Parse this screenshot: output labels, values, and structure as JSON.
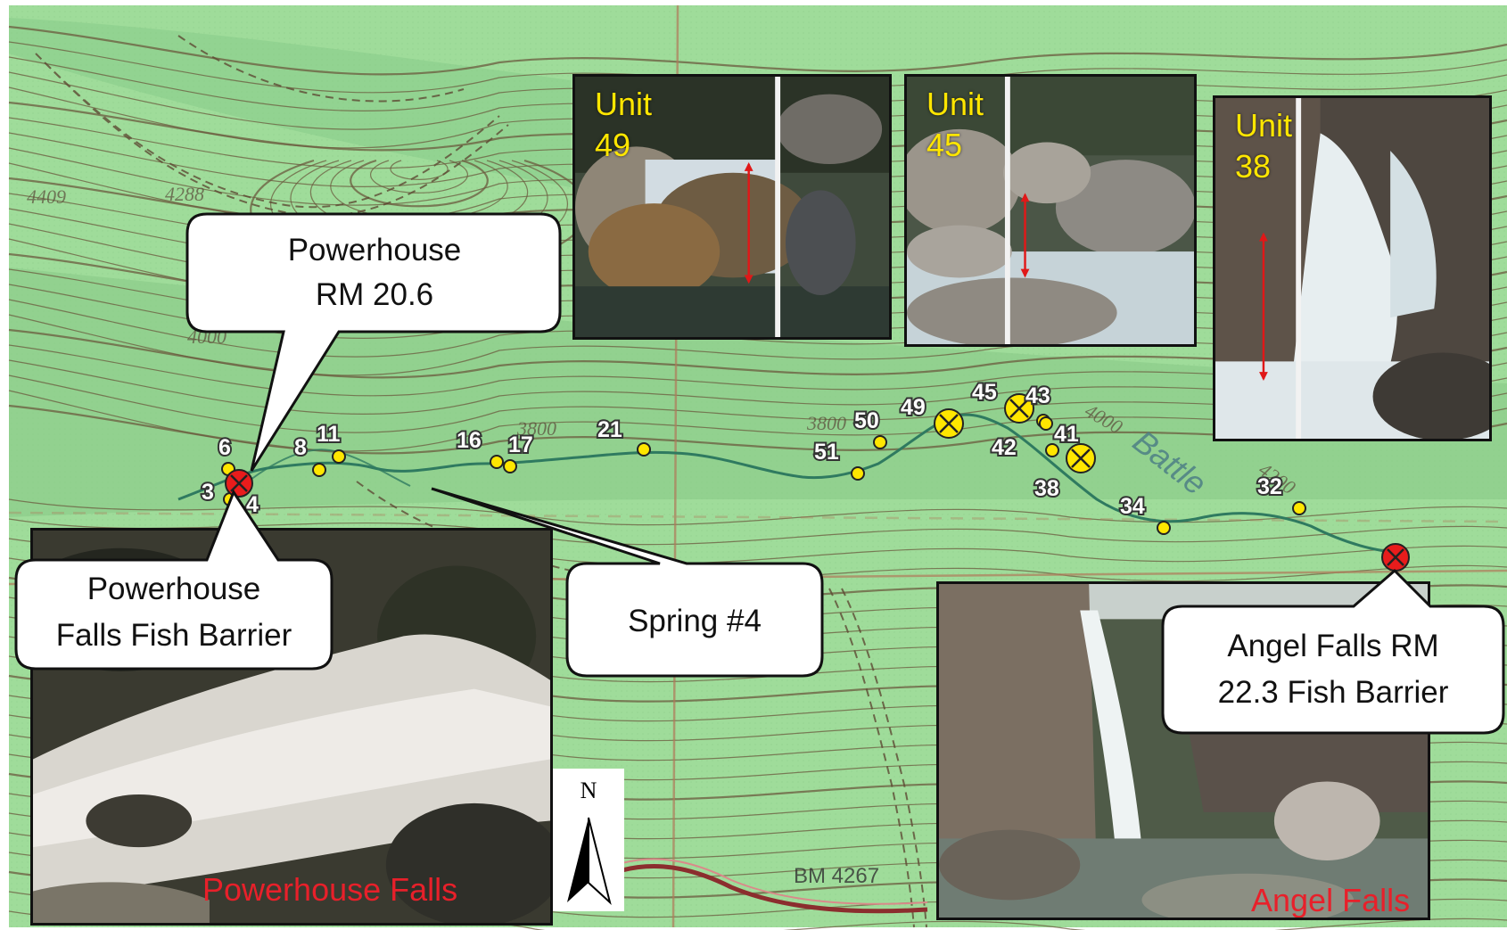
{
  "map": {
    "colors": {
      "land": "#9fdc9a",
      "contour": "#6b5a3e",
      "stream": "#2f7a60",
      "road": "#8b2e2e",
      "grid": "#b0795a",
      "site_dot": "#ffe600",
      "barrier": "#e81c1c"
    },
    "topo_labels": [
      "4409",
      "4288",
      "4000",
      "3800",
      "3800",
      "4000",
      "4200",
      "BM 4267"
    ],
    "stream_name": "Battle",
    "north_label": "N"
  },
  "callouts": {
    "powerhouse": [
      "Powerhouse",
      "RM 20.6"
    ],
    "powerhouse_falls": [
      "Powerhouse",
      "Falls Fish Barrier"
    ],
    "spring": [
      "Spring #4"
    ],
    "angel_falls": [
      "Angel Falls RM",
      "22.3 Fish Barrier"
    ]
  },
  "sites": [
    {
      "label": "6"
    },
    {
      "label": "3"
    },
    {
      "label": "4"
    },
    {
      "label": "8"
    },
    {
      "label": "11"
    },
    {
      "label": "16"
    },
    {
      "label": "17"
    },
    {
      "label": "21"
    },
    {
      "label": "50"
    },
    {
      "label": "51"
    },
    {
      "label": "49"
    },
    {
      "label": "45"
    },
    {
      "label": "43"
    },
    {
      "label": "42"
    },
    {
      "label": "41"
    },
    {
      "label": "38"
    },
    {
      "label": "34"
    },
    {
      "label": "32"
    }
  ],
  "photos": {
    "unit49": {
      "line1": "Unit",
      "line2": "49"
    },
    "unit45": {
      "line1": "Unit",
      "line2": "45"
    },
    "unit38": {
      "line1": "Unit",
      "line2": "38"
    },
    "powerhouse_falls_caption": "Powerhouse Falls",
    "angel_falls_caption": "Angel Falls"
  }
}
